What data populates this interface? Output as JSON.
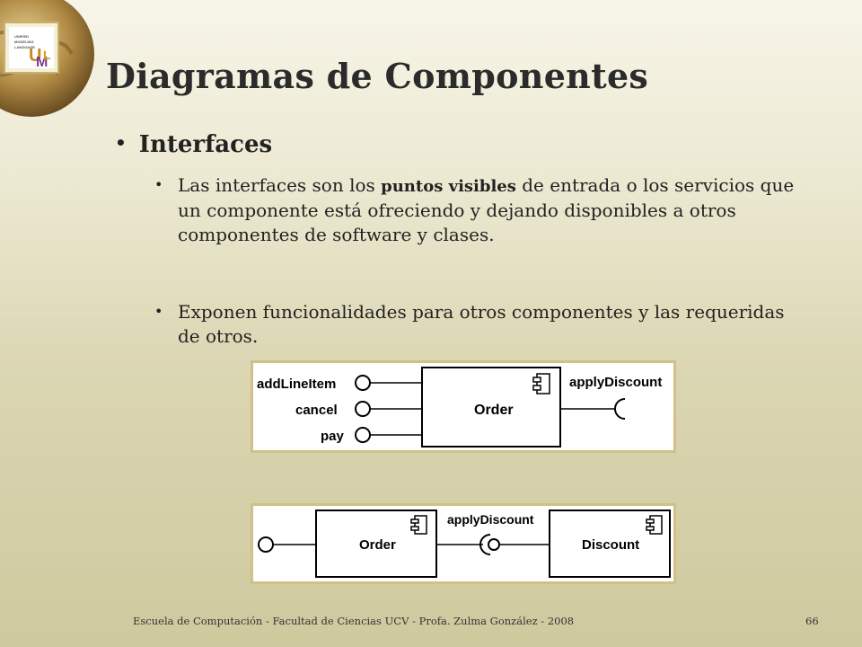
{
  "slide": {
    "title": "Diagramas de Componentes",
    "logo_text": [
      "UNIFIED",
      "MODELING",
      "LANGUAGE"
    ],
    "bullet": "Interfaces",
    "sub1": {
      "pre": "Las interfaces son los ",
      "bold": "puntos visibles",
      "post": " de entrada o los servicios que un componente está ofreciendo y dejando disponibles a otros componentes de software y clases."
    },
    "sub2": "Exponen funcionalidades para otros componentes y  las requeridas de otros.",
    "footer": "Escuela de Computación - Facultad de Ciencias UCV - Profa. Zulma González - 2008",
    "page_number": "66"
  },
  "diagram1": {
    "provided": [
      "addLineItem",
      "cancel",
      "pay"
    ],
    "component": "Order",
    "required": "applyDiscount"
  },
  "diagram2": {
    "left_component": "Order",
    "interface": "applyDiscount",
    "right_component": "Discount"
  },
  "colors": {
    "frame": "#d2bf8a",
    "text": "#222222"
  }
}
